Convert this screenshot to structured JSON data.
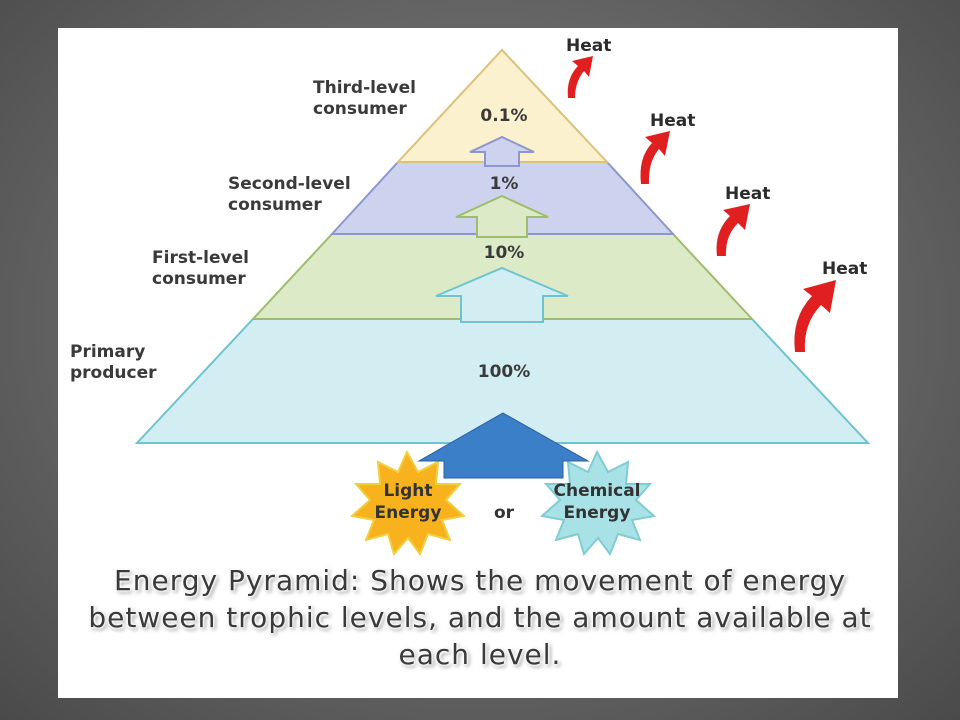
{
  "pyramid": {
    "levels": [
      {
        "label": "Third-level\nconsumer",
        "percent": "0.1%",
        "color": "#fbf1cf"
      },
      {
        "label": "Second-level\nconsumer",
        "percent": "1%",
        "color": "#cdd3ee"
      },
      {
        "label": "First-level\nconsumer",
        "percent": "10%",
        "color": "#ddeac8"
      },
      {
        "label": "Primary\nproducer",
        "percent": "100%",
        "color": "#d3eef2"
      }
    ],
    "heat_labels": [
      "Heat",
      "Heat",
      "Heat",
      "Heat"
    ],
    "heat_arrow_color": "#e02020",
    "energy_arrow_color": "#3a7fc8"
  },
  "sources": {
    "light": {
      "label": "Light\nEnergy",
      "color": "#f7b21e"
    },
    "connector": "or",
    "chemical": {
      "label": "Chemical\nEnergy",
      "color": "#a8e2e6"
    }
  },
  "caption": "Energy Pyramid: Shows the movement of energy between trophic levels, and the amount available at each level."
}
